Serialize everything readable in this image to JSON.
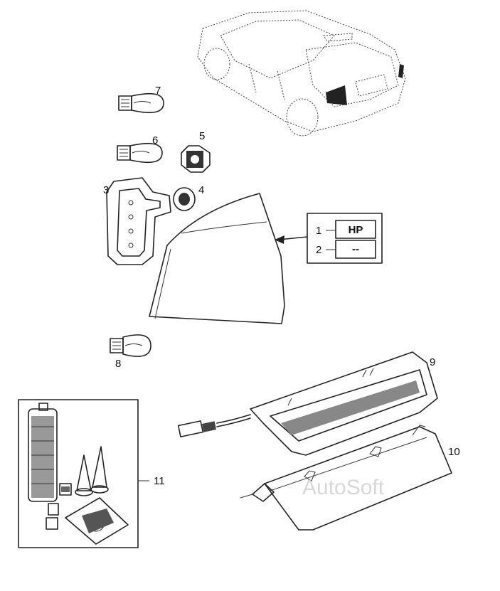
{
  "callouts": {
    "p1": "1",
    "p2": "2",
    "p3": "3",
    "p4": "4",
    "p5": "5",
    "p6": "6",
    "p7": "7",
    "p8": "8",
    "p9": "9",
    "p10": "10",
    "p11": "11"
  },
  "table": {
    "row1_value": "HP",
    "row2_value": "--"
  },
  "watermark": "AutoSoft"
}
